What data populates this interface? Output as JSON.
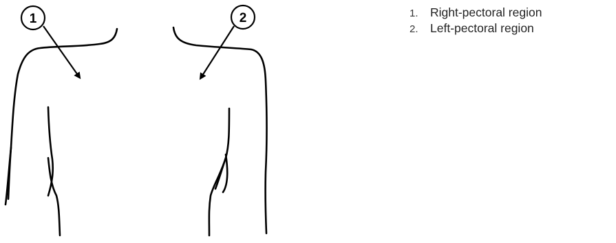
{
  "callouts": [
    {
      "number": "1",
      "region": "Right-pectoral region"
    },
    {
      "number": "2",
      "region": "Left-pectoral region"
    }
  ],
  "legend": [
    {
      "number": "1.",
      "label": "Right-pectoral region"
    },
    {
      "number": "2.",
      "label": "Left-pectoral region"
    }
  ],
  "colors": {
    "line": "#000000",
    "text": "#222222",
    "background": "#ffffff"
  }
}
